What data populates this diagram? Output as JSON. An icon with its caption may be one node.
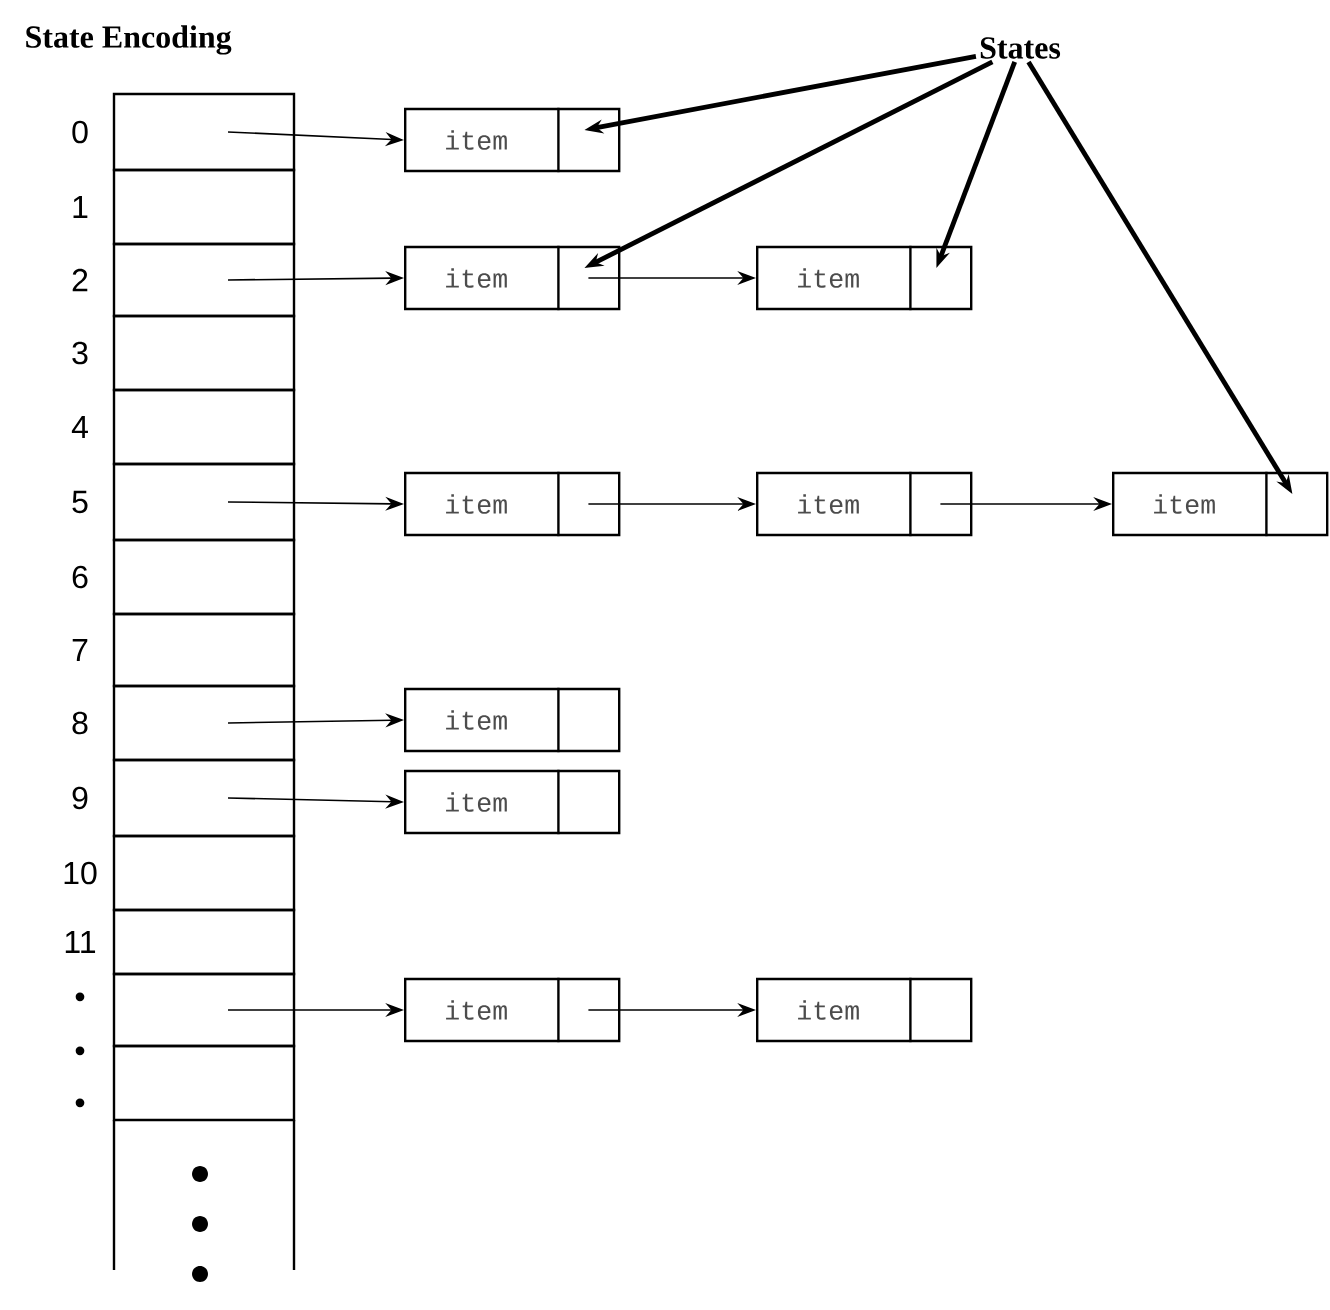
{
  "diagram": {
    "title": "State Encoding",
    "nodes": [
      {
        "text": [],
        "shape": "box"
      },
      {
        "text": [],
        "shape": "box"
      },
      {
        "text": [],
        "shape": "box"
      },
      {
        "text": [],
        "shape": "box"
      },
      {
        "text": [],
        "shape": "box"
      },
      {
        "text": [],
        "shape": "box"
      },
      {
        "text": [],
        "shape": "box"
      },
      {
        "text": [],
        "shape": "box"
      },
      {
        "text": [],
        "shape": "box"
      },
      {
        "text": [],
        "shape": "box"
      },
      {
        "text": [],
        "shape": "box"
      },
      {
        "text": [],
        "shape": "box"
      },
      {
        "text": [],
        "shape": "box"
      },
      {
        "text": [],
        "shape": "box"
      },
      {
        "text": [
          "States"
        ]
      },
      {
        "text": [
          "item"
        ]
      },
      {
        "text": [
          "item"
        ]
      },
      {
        "text": [
          "item"
        ]
      },
      {
        "text": [
          "item"
        ]
      },
      {
        "text": [
          "item"
        ]
      },
      {
        "text": [
          "item"
        ]
      },
      {
        "text": [
          "item"
        ]
      },
      {
        "text": [
          "item"
        ]
      },
      {
        "text": [
          "item"
        ]
      },
      {
        "text": [
          "item"
        ]
      }
    ],
    "edges": [
      {
        "from": 0,
        "to": 15,
        "arrow": "to"
      },
      {
        "from": 2,
        "to": 16,
        "arrow": "to"
      },
      {
        "from": 16,
        "to": 17,
        "arrow": "to"
      },
      {
        "from": 5,
        "to": 18,
        "arrow": "to"
      },
      {
        "from": 18,
        "to": 19,
        "arrow": "to"
      },
      {
        "from": 19,
        "to": 20,
        "arrow": "to"
      },
      {
        "from": 8,
        "to": 21,
        "arrow": "to"
      },
      {
        "from": 9,
        "to": 22,
        "arrow": "to"
      },
      {
        "from": 12,
        "to": 23,
        "arrow": "to"
      },
      {
        "from": 23,
        "to": 24,
        "arrow": "to"
      },
      {
        "from": 14,
        "to": 15,
        "arrow": "to",
        "style": "thick"
      },
      {
        "from": 14,
        "to": 16,
        "arrow": "to",
        "style": "thick"
      },
      {
        "from": 14,
        "to": 17,
        "arrow": "to",
        "style": "thick"
      },
      {
        "from": 14,
        "to": 20,
        "arrow": "to",
        "style": "thick"
      }
    ],
    "labels": [
      "0",
      "1",
      "2",
      "3",
      "4",
      "5",
      "6",
      "7",
      "8",
      "9",
      "10",
      "11",
      "•",
      "•",
      "•"
    ]
  }
}
